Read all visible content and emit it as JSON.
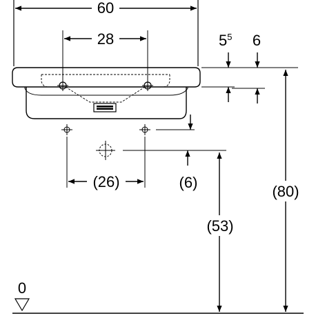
{
  "dimensions": {
    "overall_width": "60",
    "tap_hole_spacing": "28",
    "rim_thickness_base": "5",
    "rim_thickness_sup": "5",
    "overflow_offset": "6",
    "waste_spacing": "(26)",
    "waste_drop": "(6)",
    "waste_height": "(53)",
    "rim_height": "(80)",
    "floor_level": "0"
  },
  "colors": {
    "line": "#000000",
    "background": "#ffffff"
  }
}
